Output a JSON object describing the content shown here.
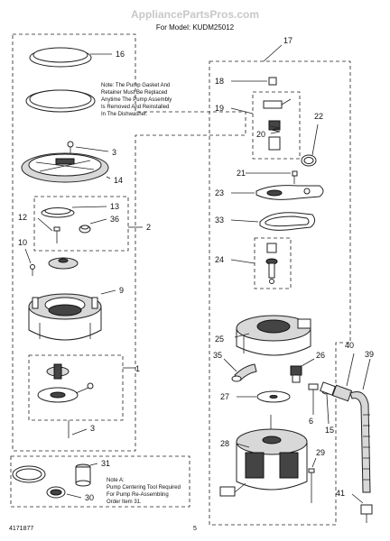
{
  "header": {
    "watermark": "AppliancePartsPros.com",
    "model_line": "For Model: KUDM25012"
  },
  "notes": {
    "pump_gasket": [
      "Note: The Pump Gasket And",
      "Retainer Must Be Replaced",
      "Anytime The Pump Assembly",
      "Is Removed And Reinstalled",
      "In The Dishwasher."
    ],
    "note_a": [
      "Note A:",
      "Pump Centering Tool Required",
      "For Pump Re-Assembling",
      "Order Item 31."
    ]
  },
  "callouts": {
    "c1": "1",
    "c2": "2",
    "c3": "3",
    "c3b": "3",
    "c6": "6",
    "c9": "9",
    "c10": "10",
    "c12": "12",
    "c13": "13",
    "c14": "14",
    "c15": "15",
    "c16": "16",
    "c17": "17",
    "c18": "18",
    "c19": "19",
    "c20": "20",
    "c21": "21",
    "c22": "22",
    "c23": "23",
    "c24": "24",
    "c25": "25",
    "c26": "26",
    "c27": "27",
    "c28": "28",
    "c29": "29",
    "c30": "30",
    "c31": "31",
    "c33": "33",
    "c35": "35",
    "c36": "36",
    "c39": "39",
    "c40": "40",
    "c41": "41"
  },
  "footer": {
    "doc_number": "4171877",
    "page": "5"
  }
}
